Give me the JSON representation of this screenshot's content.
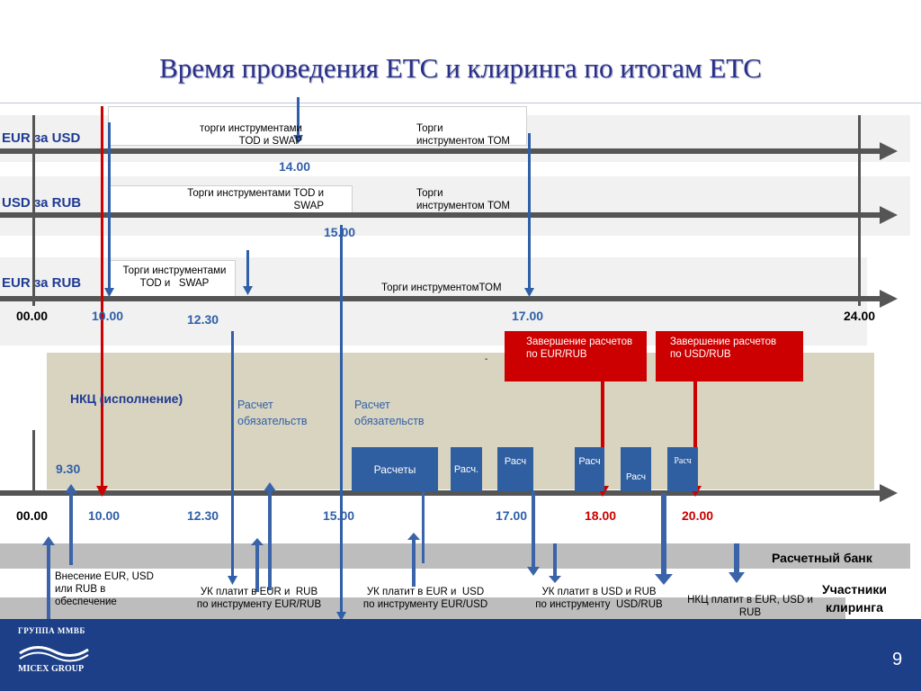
{
  "title": "Время проведения ЕТС и клиринга по итогам ЕТС",
  "currencies": {
    "eur_usd": "EUR за USD",
    "usd_rub": "USD за RUB",
    "eur_rub": "EUR за RUB"
  },
  "eur_usd": {
    "tod_swap": "торги инструментами\nTOD и SWAP",
    "tom": "Торги\nинструментом ТОМ",
    "time": "14.00"
  },
  "usd_rub": {
    "tod_swap": "Торги инструментами TOD и\nSWAP",
    "tom": "Торги\nинструментом ТОМ",
    "time": "15.00"
  },
  "eur_rub": {
    "tod_swap": "Торги инструментами\nTOD и   SWAP",
    "tom": "Торги инструментомТОМ"
  },
  "top_axis": {
    "start": "00.00",
    "t1000": "10.00",
    "t1230": "12.30",
    "t1700": "17.00",
    "end": "24.00"
  },
  "nkc": {
    "label": "НКЦ (исполнение)",
    "time930": "9.30",
    "calc1": "Расчет\nобязательств",
    "calc2": "Расчет\nобязательств",
    "dash": "-",
    "red1": "Завершение расчетов\nпо EUR/RUB",
    "red2": "Завершение расчетов\nпо USD/RUB",
    "blue_boxes": [
      "Расчеты",
      "Расч.",
      "Расч",
      "Расч",
      "Расч",
      "Расч"
    ]
  },
  "bottom_axis": {
    "start": "00.00",
    "t1000": "10.00",
    "t1230": "12.30",
    "t1500": "15.00",
    "t1700": "17.00",
    "t1800": "18.00",
    "t2000": "20.00"
  },
  "rows": {
    "bank": "Расчетный банк",
    "participants": "Участники\nклиринга"
  },
  "notes": {
    "deposit": "Внесение EUR, USD\nили RUB в\nобеспечение",
    "uk_eur_rub": "УК платит в EUR и  RUB\nпо инструменту EUR/RUB",
    "uk_eur_usd": "УК платит в EUR и  USD\nпо инструменту EUR/USD",
    "uk_usd_rub": "УК платит в USD и RUB\nпо инструменту  USD/RUB",
    "nkc_pays": "НКЦ платит в EUR, USD и\nRUB"
  },
  "footer": {
    "logo_ru": "ГРУППА ММВБ",
    "logo_en": "MICEX GROUP",
    "page": "9"
  },
  "colors": {
    "title": "#2a2f8a",
    "accent_blue": "#2f5fa8",
    "red": "#cc0000",
    "footer": "#1c3f87"
  }
}
